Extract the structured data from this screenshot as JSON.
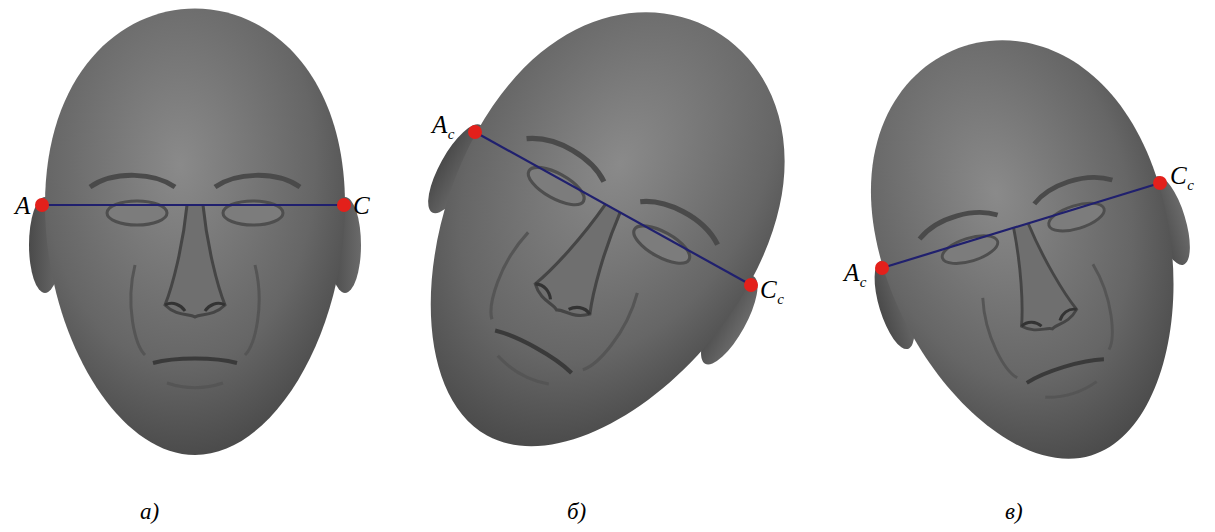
{
  "diagram": {
    "labels": [
      "A",
      "C",
      "A",
      "c",
      "C",
      "c",
      "A",
      "c",
      "C",
      "c",
      "а)",
      "б)",
      "в)"
    ]
  }
}
